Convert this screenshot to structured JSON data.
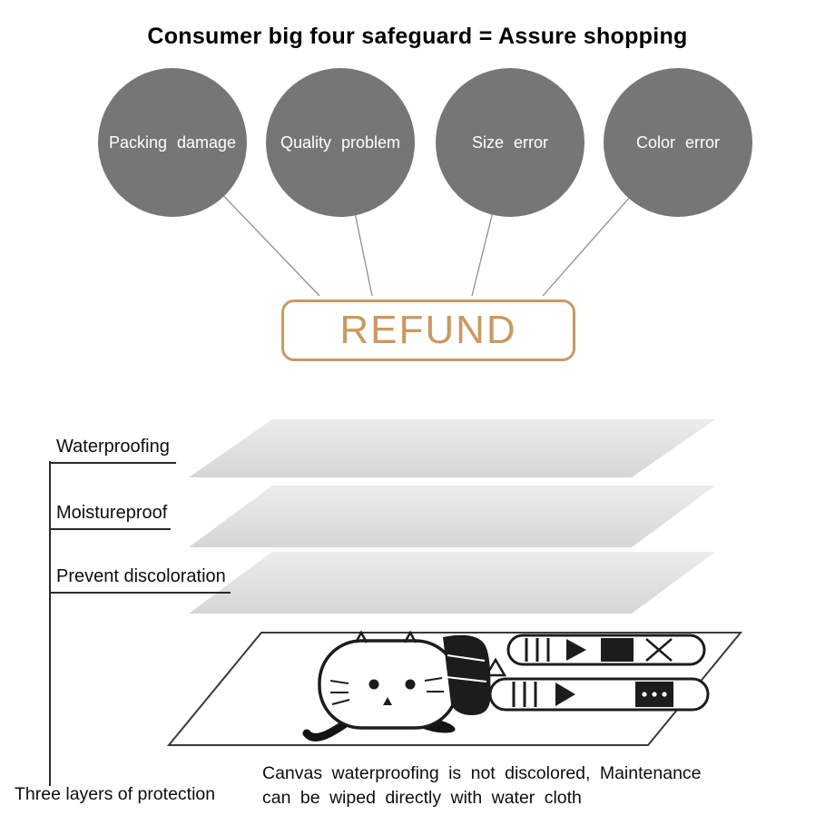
{
  "title": "Consumer big four safeguard = Assure shopping",
  "safeguards": [
    {
      "label": "Packing damage"
    },
    {
      "label": "Quality problem"
    },
    {
      "label": "Size error"
    },
    {
      "label": "Color error"
    }
  ],
  "refund": {
    "label": "REFUND"
  },
  "protection": {
    "layers": [
      {
        "label": "Waterproofing"
      },
      {
        "label": "Moistureproof"
      },
      {
        "label": "Prevent discoloration"
      }
    ],
    "bracket_label": "Three layers of protection"
  },
  "caption": {
    "line1": "Canvas waterproofing is not discolored, Maintenance",
    "line2": "can be wiped directly with water cloth"
  },
  "colors": {
    "circle_gray": "#767676",
    "refund_accent": "#c89a62",
    "layer_gray_top": "#ececec",
    "layer_gray_bottom": "#d6d6d6",
    "line_gray": "#8f8f8f"
  }
}
